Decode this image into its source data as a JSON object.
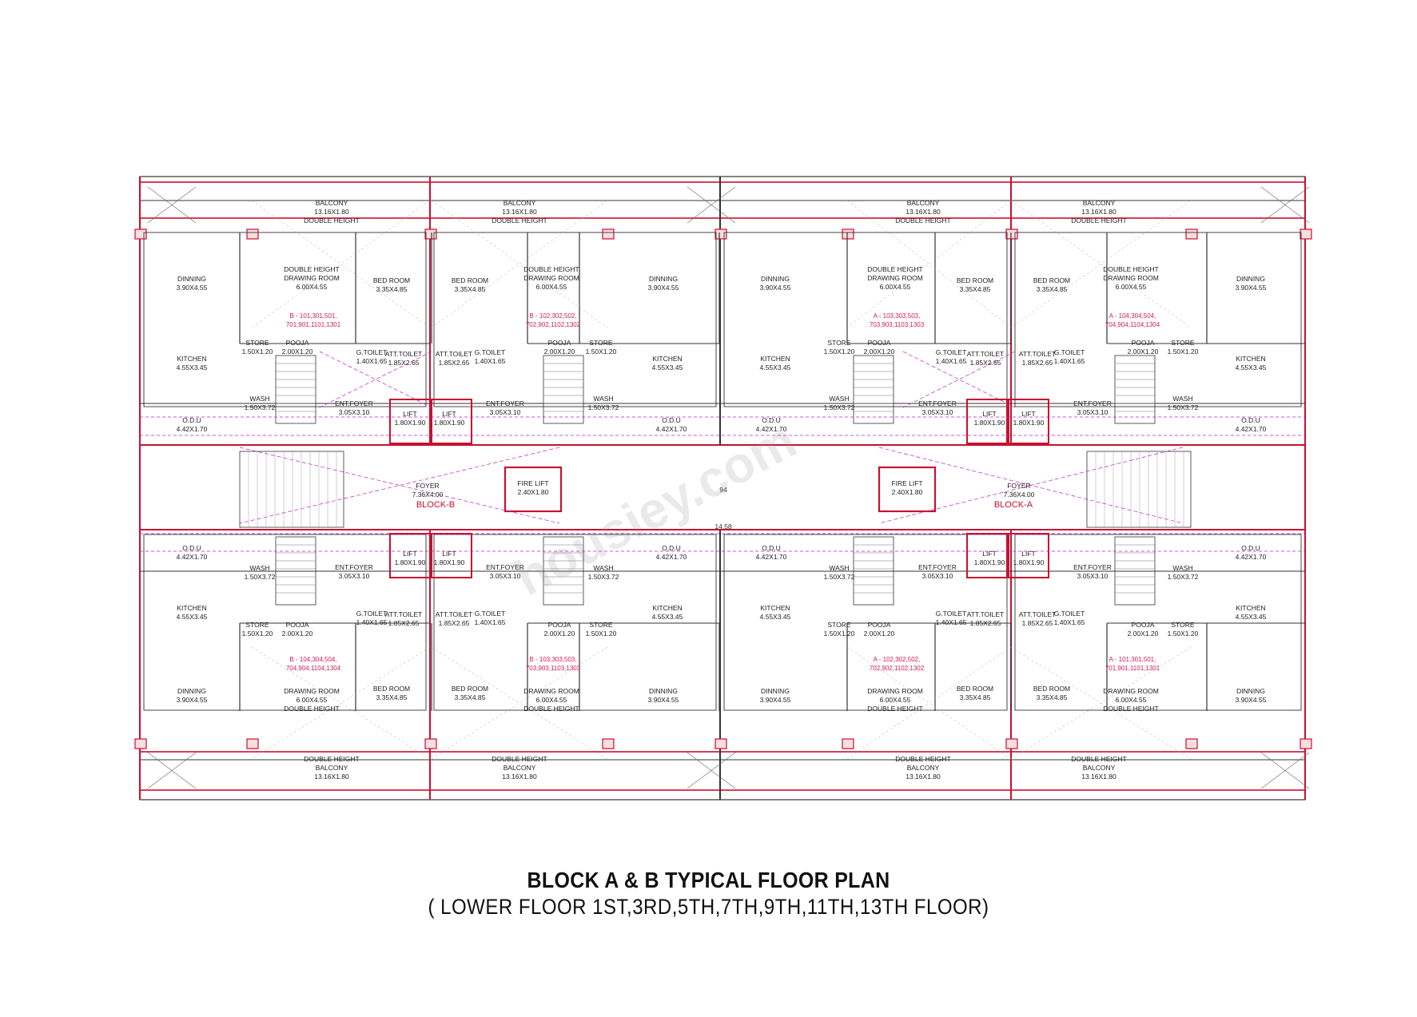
{
  "title": "BLOCK A & B TYPICAL FLOOR PLAN",
  "subtitle": "( LOWER FLOOR 1ST,3RD,5TH,7TH,9TH,11TH,13TH FLOOR)",
  "watermark": "housiey.com",
  "colors": {
    "wall": "#c8102e",
    "line": "#333333",
    "dim": "#c020c0",
    "bg": "#ffffff"
  },
  "center": {
    "block_a": "BLOCK-A",
    "block_b": "BLOCK-B",
    "width_dim": "14.58",
    "mid_dim": "94"
  },
  "rooms": {
    "balcony": "BALCONY",
    "balcony_size": "13.16X1.80",
    "double_height": "DOUBLE HEIGHT",
    "dining": "DINNING",
    "dining_size": "3.90X4.55",
    "drawing_dh": "DOUBLE HEIGHT",
    "drawing": "DRAWING ROOM",
    "drawing_size": "6.00X4.55",
    "bed": "BED ROOM",
    "bed_size": "3.35X4.85",
    "kitchen": "KITCHEN",
    "kitchen_size": "4.55X3.45",
    "store": "STORE",
    "store_size": "1.50X1.20",
    "pooja": "POOJA",
    "pooja_size": "2.00X1.20",
    "gtoilet": "G.TOILET",
    "gtoilet_size": "1.40X1.65",
    "atttoilet": "ATT.TOILET",
    "atttoilet_size": "1.85X2.65",
    "wash": "WASH",
    "wash_size": "1.50X3.72",
    "odu": "O.D.U",
    "odu_size": "4.42X1.70",
    "entfoyer": "ENT.FOYER",
    "entfoyer_size": "3.05X3.10",
    "lift": "LIFT",
    "lift_size": "1.80X1.90",
    "firelift": "FIRE LIFT",
    "firelift_size": "2.40X1.80",
    "foyer": "FOYER",
    "foyer_size": "7.36X4.00"
  },
  "units": {
    "top_b1": [
      "B - 101,301,501,",
      "701,901,1101,1301"
    ],
    "top_b2": [
      "B - 102,302,502,",
      "702,902,1102,1302"
    ],
    "top_a3": [
      "A - 103,303,503,",
      "703,903,1103,1303"
    ],
    "top_a4": [
      "A - 104,304,504,",
      "704,904,1104,1304"
    ],
    "bot_b4": [
      "B - 104,304,504,",
      "704,904,1104,1304"
    ],
    "bot_b3": [
      "B - 103,303,503,",
      "703,903,1103,1303"
    ],
    "bot_a2": [
      "A - 102,302,502,",
      "702,902,1102,1302"
    ],
    "bot_a1": [
      "A - 101,301,501,",
      "701,901,1101,1301"
    ]
  }
}
